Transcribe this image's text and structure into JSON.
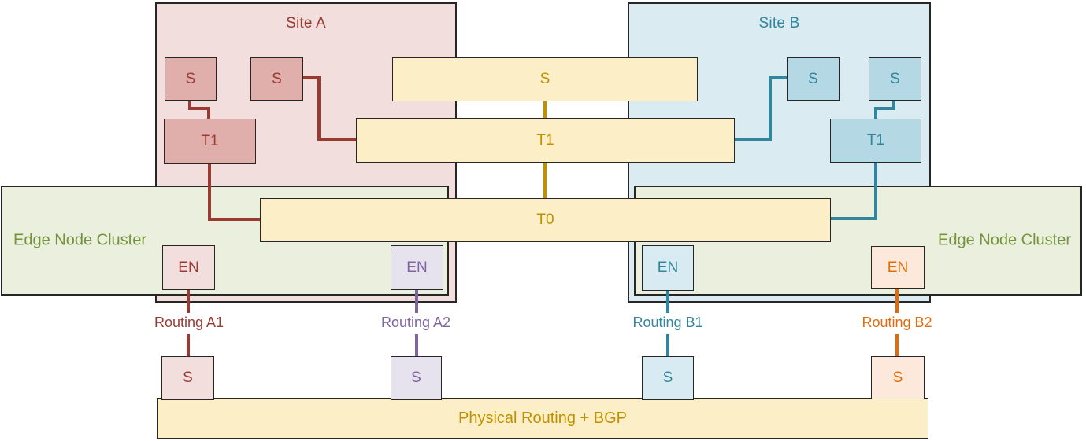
{
  "diagram": {
    "containers": {
      "site_a": {
        "title": "Site A"
      },
      "site_b": {
        "title": "Site B"
      },
      "cluster_left": {
        "title": "Edge Node Cluster"
      },
      "cluster_right": {
        "title": "Edge Node Cluster"
      }
    },
    "nodes": {
      "sa_s1": "S",
      "sa_s2": "S",
      "sa_t1": "T1",
      "sb_s1": "S",
      "sb_s2": "S",
      "sb_t1": "T1",
      "mid_s": "S",
      "mid_t1": "T1",
      "t0": "T0",
      "en_a1": "EN",
      "en_a2": "EN",
      "en_b1": "EN",
      "en_b2": "EN",
      "bottom_s_a1": "S",
      "bottom_s_a2": "S",
      "bottom_s_b1": "S",
      "bottom_s_b2": "S",
      "physical": "Physical Routing + BGP"
    },
    "labels": {
      "routing_a1": "Routing A1",
      "routing_a2": "Routing A2",
      "routing_b1": "Routing B1",
      "routing_b2": "Routing B2"
    },
    "colors": {
      "site_a_accent": "#9A3B33",
      "site_a_fill": "#F2DEDD",
      "site_a_node_fill": "#E0AFAC",
      "site_b_accent": "#31859C",
      "site_b_fill": "#DAEBF2",
      "site_b_node_fill": "#B4D9E5",
      "cluster_accent": "#76933C",
      "cluster_fill": "#EAF0DD",
      "logical_accent": "#BF9000",
      "logical_fill": "#FCEFC7",
      "routing_a2_accent": "#8064A2",
      "routing_a2_fill": "#E6E2EE",
      "routing_b2_accent": "#E36C0A",
      "routing_b2_fill": "#FCE9DB",
      "box_border": "#262626"
    }
  }
}
